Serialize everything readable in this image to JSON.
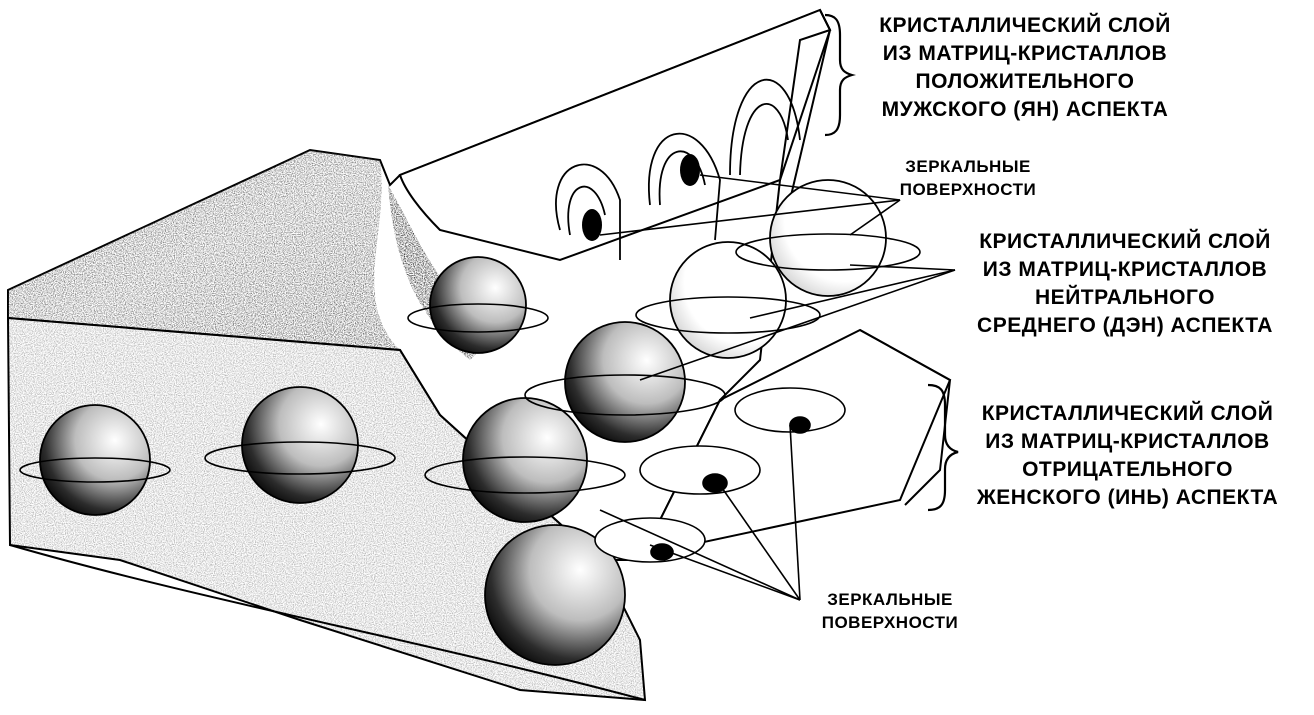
{
  "labels": {
    "top_layer": [
      "КРИСТАЛЛИЧЕСКИЙ СЛОЙ",
      "ИЗ МАТРИЦ-КРИСТАЛЛОВ",
      "ПОЛОЖИТЕЛЬНОГО",
      "МУЖСКОГО (ЯН) АСПЕКТА"
    ],
    "mirror_top": [
      "ЗЕРКАЛЬНЫЕ",
      "ПОВЕРХНОСТИ"
    ],
    "middle_layer": [
      "КРИСТАЛЛИЧЕСКИЙ СЛОЙ",
      "ИЗ МАТРИЦ-КРИСТАЛЛОВ",
      "НЕЙТРАЛЬНОГО",
      "СРЕДНЕГО (ДЭН) АСПЕКТА"
    ],
    "bottom_layer": [
      "КРИСТАЛЛИЧЕСКИЙ СЛОЙ",
      "ИЗ МАТРИЦ-КРИСТАЛЛОВ",
      "ОТРИЦАТЕЛЬНОГО",
      "ЖЕНСКОГО (ИНЬ) АСПЕКТА"
    ],
    "mirror_bottom": [
      "ЗЕРКАЛЬНЫЕ",
      "ПОВЕРХНОСТИ"
    ]
  },
  "colors": {
    "ink": "#000000",
    "paper": "#ffffff"
  }
}
